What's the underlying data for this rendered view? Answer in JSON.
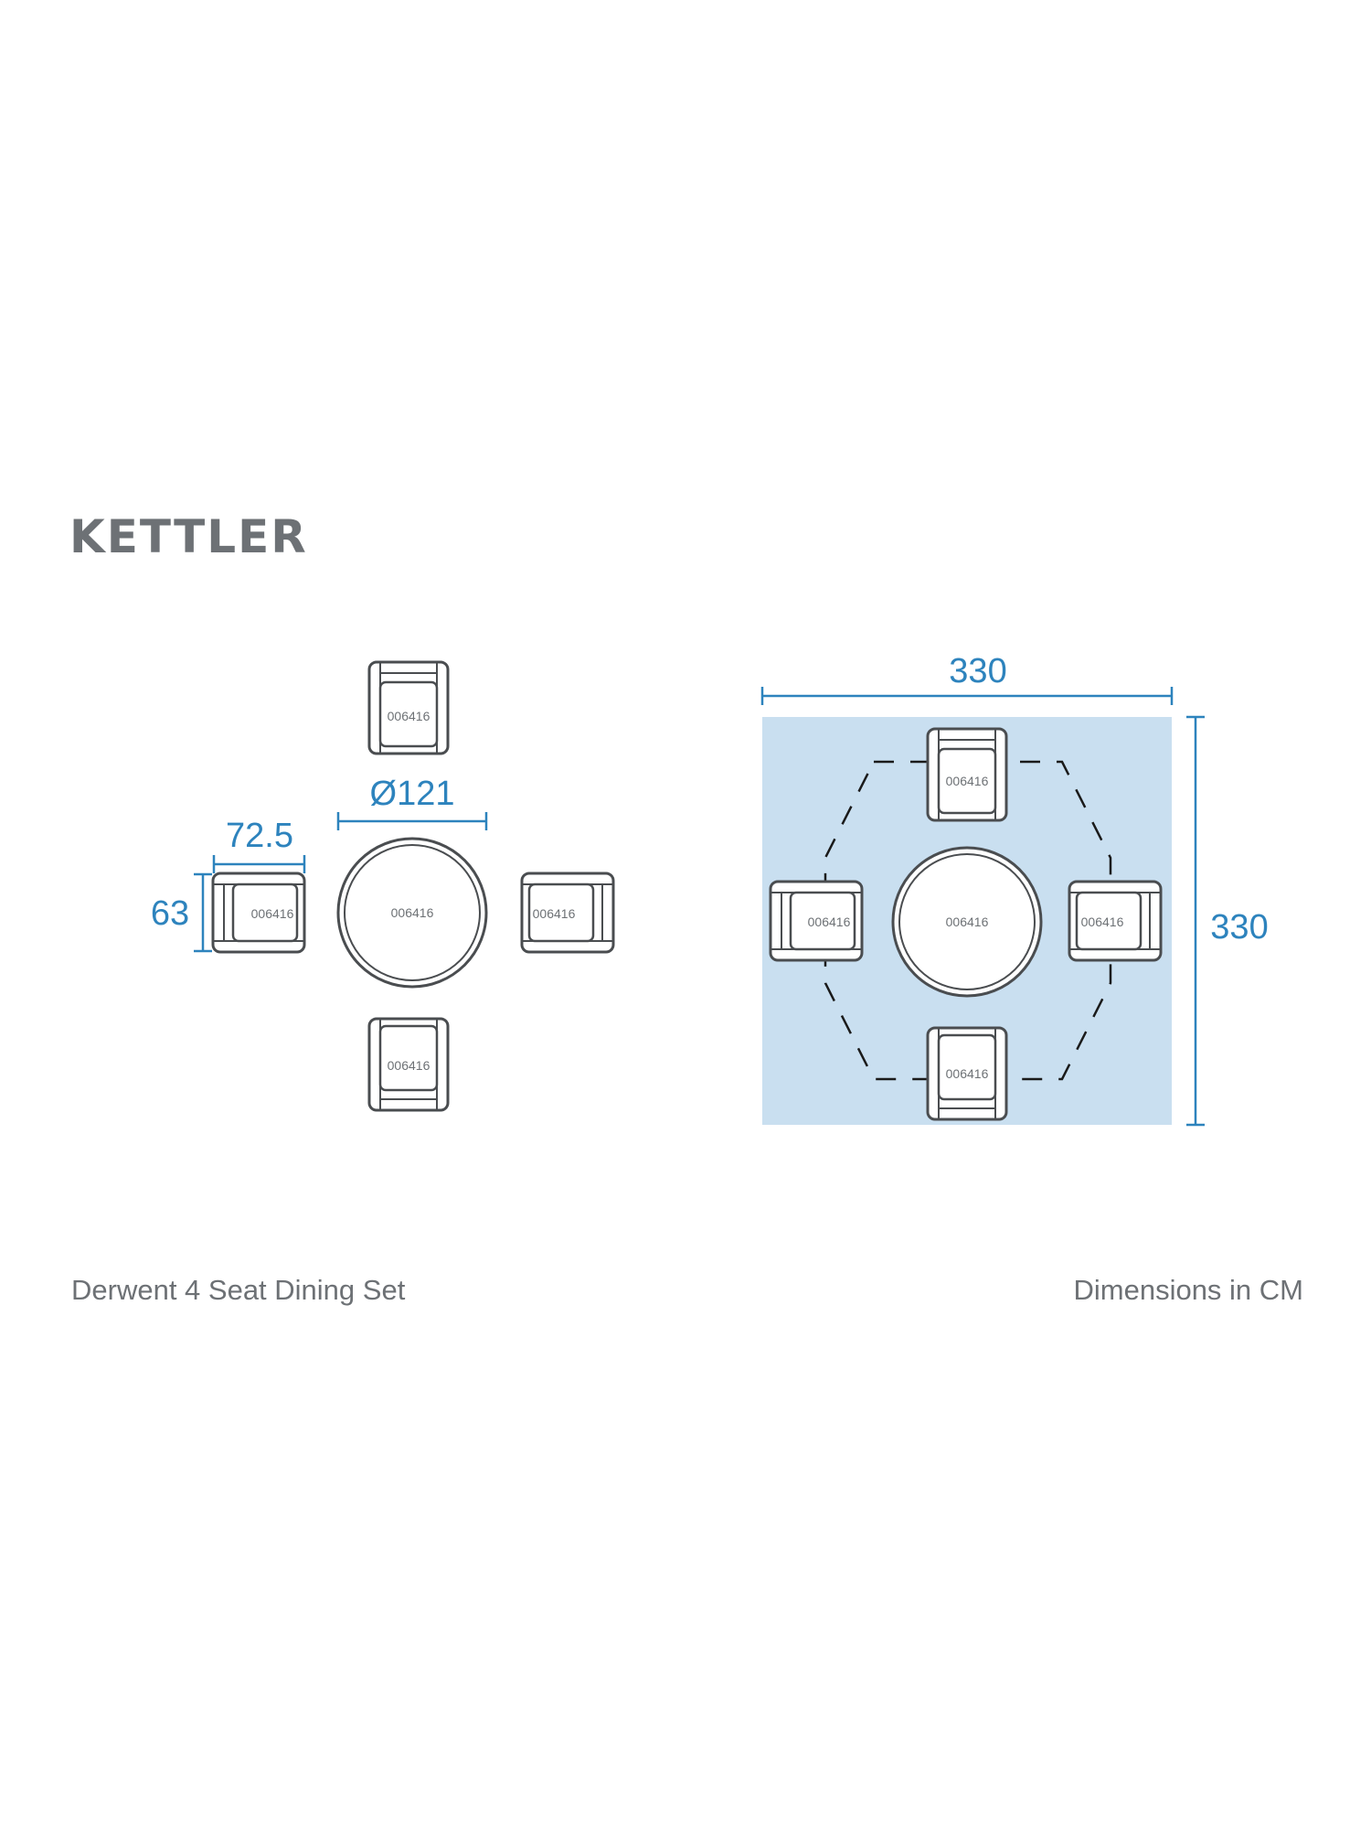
{
  "brand": "KETTLER",
  "product_name": "Derwent 4 Seat Dining Set",
  "units_note": "Dimensions in CM",
  "colors": {
    "dimension": "#2d83bd",
    "footprint_fill": "#c9dff0",
    "outline": "#4a4d50",
    "text_gray": "#6d7175"
  },
  "item_code": "006416",
  "plan": {
    "table_diameter_label": "Ø121",
    "chair_width_label": "72.5",
    "chair_depth_label": "63"
  },
  "footprint": {
    "width_label": "330",
    "depth_label": "330"
  }
}
